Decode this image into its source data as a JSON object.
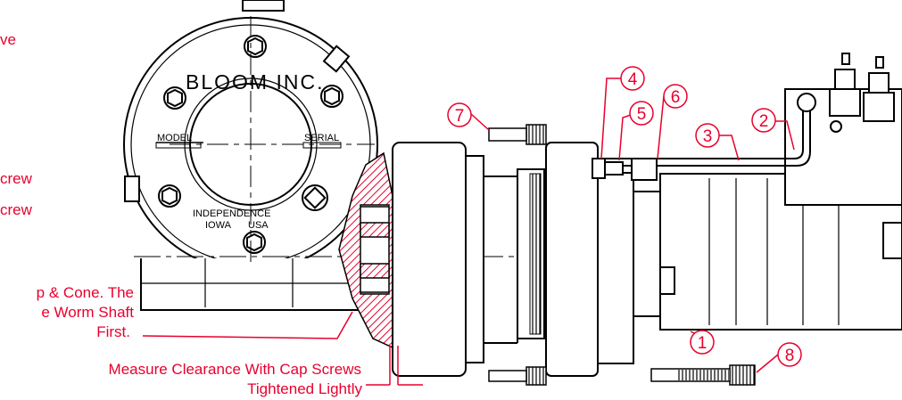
{
  "housing_text": {
    "brand": "BLOOM INC.",
    "model": "MODEL",
    "serial": "SERIAL",
    "city": "INDEPENDENCE",
    "state": "IOWA",
    "country": "USA"
  },
  "callouts": {
    "left_fragments": [
      "ve",
      "crew",
      "crew"
    ],
    "note_line1": "p & Cone. The",
    "note_line2": "e Worm Shaft",
    "note_line3": "First.",
    "clearance_line1": "Measure Clearance With Cap Screws",
    "clearance_line2": "Tightened Lightly"
  },
  "balloons": [
    "1",
    "2",
    "3",
    "4",
    "5",
    "6",
    "7",
    "8"
  ],
  "colors": {
    "callout": "#e8002d",
    "line": "#000000"
  }
}
